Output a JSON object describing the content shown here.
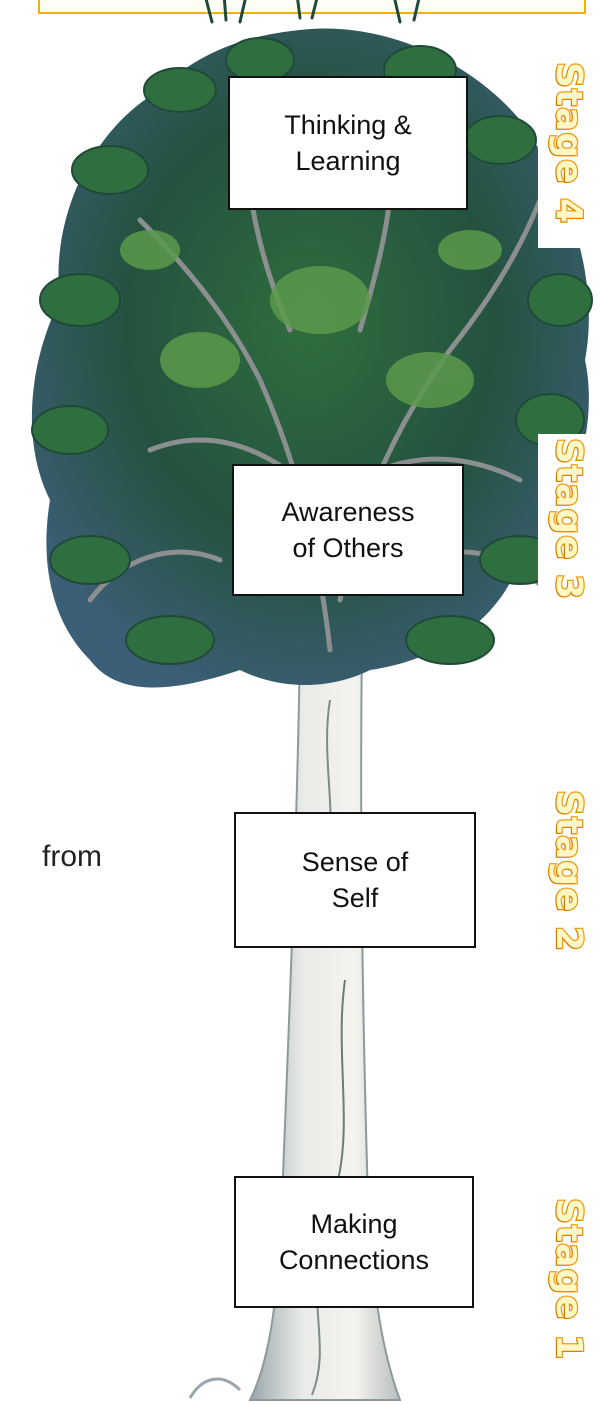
{
  "diagram": {
    "side_text": "from",
    "labels": [
      {
        "id": "thinking-learning",
        "text": "Thinking &\nLearning"
      },
      {
        "id": "awareness-others",
        "text": "Awareness\nof Others"
      },
      {
        "id": "sense-self",
        "text": "Sense of\nSelf"
      },
      {
        "id": "making-connections",
        "text": "Making\nConnections"
      }
    ],
    "stages": [
      {
        "id": "stage-4",
        "text": "Stage 4"
      },
      {
        "id": "stage-3",
        "text": "Stage 3"
      },
      {
        "id": "stage-2",
        "text": "Stage 2"
      },
      {
        "id": "stage-1",
        "text": "Stage 1"
      }
    ],
    "colors": {
      "stage_fill": "#fff7c4",
      "stage_outline": "#f29a12",
      "banner_border": "#f0b400",
      "foliage_dark": "#1f4a3a",
      "foliage_mid": "#2f6e3e",
      "foliage_light": "#5b9a4b",
      "trunk": "#dcdedb"
    }
  }
}
